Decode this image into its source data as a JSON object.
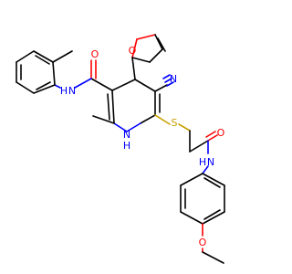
{
  "molecule": {
    "colors": {
      "carbon": "#000000",
      "nitrogen": "#0000ff",
      "oxygen": "#ff0000",
      "sulfur": "#c8a000"
    },
    "atom_labels": {
      "furan_o": "O",
      "amide1_o": "O",
      "amide1_nh": "N",
      "amide1_h": "H",
      "nitrile_n": "N",
      "ring_nh_h": "H",
      "ring_nh_n": "N",
      "thioether_s": "S",
      "amide2_o": "O",
      "amide2_nh_h": "H",
      "amide2_nh_n": "N",
      "ethoxy_o": "O"
    }
  }
}
